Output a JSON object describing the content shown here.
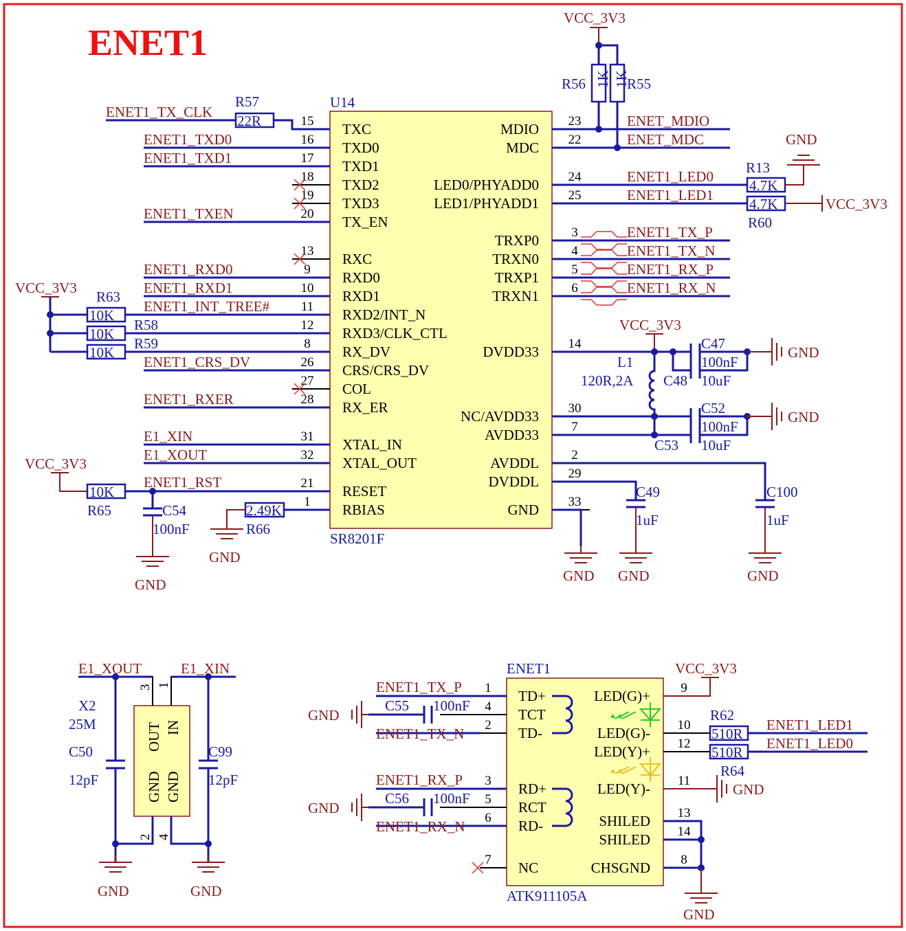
{
  "title": "ENET1",
  "u14": {
    "designator": "U14",
    "part": "SR8201F",
    "left_pins": [
      {
        "num": "15",
        "name": "TXC"
      },
      {
        "num": "16",
        "name": "TXD0"
      },
      {
        "num": "17",
        "name": "TXD1"
      },
      {
        "num": "18",
        "name": "TXD2"
      },
      {
        "num": "19",
        "name": "TXD3"
      },
      {
        "num": "20",
        "name": "TX_EN"
      },
      {
        "num": "13",
        "name": "RXC"
      },
      {
        "num": "9",
        "name": "RXD0"
      },
      {
        "num": "10",
        "name": "RXD1"
      },
      {
        "num": "11",
        "name": "RXD2/INT_N"
      },
      {
        "num": "12",
        "name": "RXD3/CLK_CTL"
      },
      {
        "num": "8",
        "name": "RX_DV"
      },
      {
        "num": "26",
        "name": "CRS/CRS_DV"
      },
      {
        "num": "27",
        "name": "COL"
      },
      {
        "num": "28",
        "name": "RX_ER"
      },
      {
        "num": "31",
        "name": "XTAL_IN"
      },
      {
        "num": "32",
        "name": "XTAL_OUT"
      },
      {
        "num": "21",
        "name": "RESET"
      },
      {
        "num": "1",
        "name": "RBIAS"
      }
    ],
    "right_pins": [
      {
        "num": "23",
        "name": "MDIO"
      },
      {
        "num": "22",
        "name": "MDC"
      },
      {
        "num": "24",
        "name": "LED0/PHYADD0"
      },
      {
        "num": "25",
        "name": "LED1/PHYADD1"
      },
      {
        "num": "3",
        "name": "TRXP0"
      },
      {
        "num": "4",
        "name": "TRXN0"
      },
      {
        "num": "5",
        "name": "TRXP1"
      },
      {
        "num": "6",
        "name": "TRXN1"
      },
      {
        "num": "14",
        "name": "DVDD33"
      },
      {
        "num": "30",
        "name": "NC/AVDD33"
      },
      {
        "num": "7",
        "name": "AVDD33"
      },
      {
        "num": "2",
        "name": "AVDDL"
      },
      {
        "num": "29",
        "name": "DVDDL"
      },
      {
        "num": "33",
        "name": "GND"
      }
    ]
  },
  "nets_left": [
    "ENET1_TX_CLK",
    "ENET1_TXD0",
    "ENET1_TXD1",
    "ENET1_TXEN",
    "ENET1_RXD0",
    "ENET1_RXD1",
    "ENET1_INT_TREE#",
    "ENET1_CRS_DV",
    "ENET1_RXER",
    "E1_XIN",
    "E1_XOUT",
    "ENET1_RST"
  ],
  "nets_right": [
    "ENET_MDIO",
    "ENET_MDC",
    "ENET1_LED0",
    "ENET1_LED1",
    "ENET1_TX_P",
    "ENET1_TX_N",
    "ENET1_RX_P",
    "ENET1_RX_N"
  ],
  "power": {
    "vcc": "VCC_3V3",
    "gnd": "GND"
  },
  "resistors": {
    "r57": {
      "des": "R57",
      "val": "22R"
    },
    "r56": {
      "des": "R56",
      "val": "1K"
    },
    "r55": {
      "des": "R55",
      "val": "1K"
    },
    "r13": {
      "des": "R13",
      "val": "4.7K"
    },
    "r60": {
      "des": "R60",
      "val": "4.7K"
    },
    "r63": {
      "des": "R63",
      "val": "10K"
    },
    "r58": {
      "des": "R58",
      "val": "10K"
    },
    "r59": {
      "des": "R59",
      "val": "10K"
    },
    "r65": {
      "des": "R65",
      "val": "10K"
    },
    "r66": {
      "des": "R66",
      "val": "2.49K"
    },
    "r62": {
      "des": "R62",
      "val": "510R"
    },
    "r64": {
      "des": "R64",
      "val": "510R"
    }
  },
  "caps": {
    "c47": {
      "des": "C47",
      "val": "100nF"
    },
    "c48": {
      "des": "C48",
      "val": "10uF"
    },
    "c52": {
      "des": "C52",
      "val": "100nF"
    },
    "c53": {
      "des": "C53",
      "val": "10uF"
    },
    "c49": {
      "des": "C49",
      "val": "1uF"
    },
    "c100": {
      "des": "C100",
      "val": "1uF"
    },
    "c54": {
      "des": "C54",
      "val": "100nF"
    },
    "c50": {
      "des": "C50",
      "val": "12pF"
    },
    "c99": {
      "des": "C99",
      "val": "12pF"
    },
    "c55": {
      "des": "C55",
      "val": "100nF"
    },
    "c56": {
      "des": "C56",
      "val": "100nF"
    }
  },
  "l1": {
    "des": "L1",
    "val": "120R,2A"
  },
  "x2": {
    "des": "X2",
    "val": "25M",
    "pin_out": "OUT",
    "pin_in": "IN",
    "pin_gnd": "GND",
    "pins": [
      "3",
      "1",
      "2",
      "4"
    ]
  },
  "enet1": {
    "designator": "ENET1",
    "part": "ATK911105A",
    "left_pins": [
      {
        "num": "1",
        "name": "TD+"
      },
      {
        "num": "4",
        "name": "TCT"
      },
      {
        "num": "2",
        "name": "TD-"
      },
      {
        "num": "3",
        "name": "RD+"
      },
      {
        "num": "5",
        "name": "RCT"
      },
      {
        "num": "6",
        "name": "RD-"
      },
      {
        "num": "7",
        "name": "NC"
      }
    ],
    "right_pins": [
      {
        "num": "9",
        "name": "LED(G)+"
      },
      {
        "num": "10",
        "name": "LED(G)-"
      },
      {
        "num": "12",
        "name": "LED(Y)+"
      },
      {
        "num": "11",
        "name": "LED(Y)-"
      },
      {
        "num": "13",
        "name": "SHILED"
      },
      {
        "num": "14",
        "name": "SHILED"
      },
      {
        "num": "8",
        "name": "CHSGND"
      }
    ]
  },
  "colors": {
    "frame": "#e02020",
    "wire": "#1a1aa0",
    "body": "#ffffb0",
    "net": "#8b1a1a",
    "led_green": "#22cc22",
    "led_yellow": "#e8c020"
  }
}
